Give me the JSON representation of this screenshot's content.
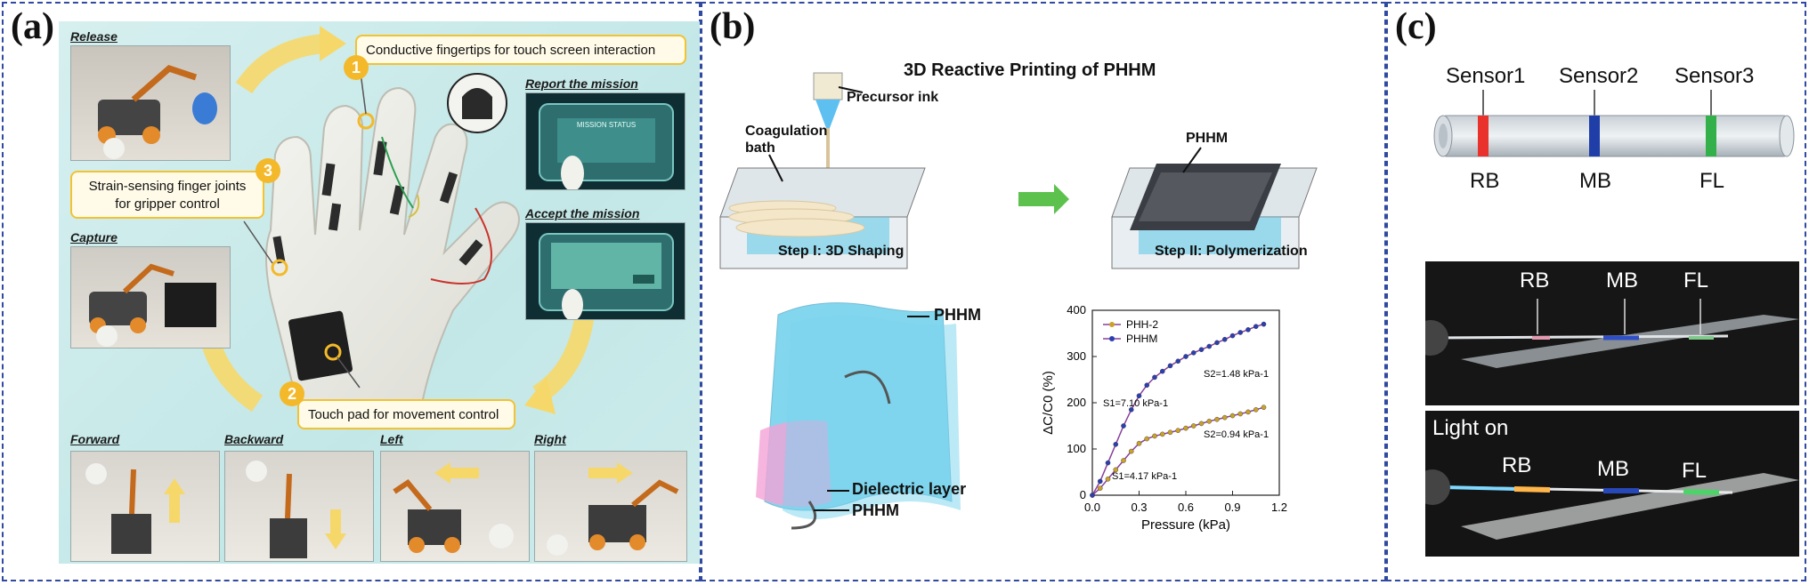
{
  "panel_a": {
    "letter": "(a)",
    "labels": {
      "release": "Release",
      "capture": "Capture",
      "report": "Report the mission",
      "accept": "Accept the mission",
      "forward": "Forward",
      "backward": "Backward",
      "left": "Left",
      "right": "Right"
    },
    "callouts": [
      {
        "num": "1",
        "text": "Conductive fingertips for touch screen interaction"
      },
      {
        "num": "2",
        "text": "Touch pad for movement control"
      },
      {
        "num": "3",
        "text": "Strain-sensing finger joints\nfor gripper control"
      }
    ],
    "screen_text": "MISSION STATUS"
  },
  "panel_b": {
    "letter": "(b)",
    "title": "3D Reactive Printing of PHHM",
    "precursor": "Precursor ink",
    "coagulation": "Coagulation\nbath",
    "phhm_top": "PHHM",
    "step1": "Step I: 3D Shaping",
    "step2": "Step II: Polymerization",
    "layer_labels": {
      "top": "PHHM",
      "dielectric": "Dielectric layer",
      "bottom": "PHHM"
    },
    "colors": {
      "hydrogel": "#59c9e8",
      "dielectric": "#f3a3d6",
      "arrow": "#5cc24d"
    }
  },
  "panel_c": {
    "letter": "(c)",
    "sensors": [
      "Sensor1",
      "Sensor2",
      "Sensor3"
    ],
    "dyes": [
      "RB",
      "MB",
      "FL"
    ],
    "dye_colors": [
      "#e8322b",
      "#1f3ea8",
      "#34b04a"
    ],
    "light_on": "Light on"
  },
  "chart_data": {
    "type": "line",
    "xlabel": "Pressure (kPa)",
    "ylabel": "ΔC/C0 (%)",
    "xlim": [
      0.0,
      1.2
    ],
    "ylim": [
      0,
      400
    ],
    "xticks": [
      "0.0",
      "0.3",
      "0.6",
      "0.9",
      "1.2"
    ],
    "yticks": [
      "0",
      "100",
      "200",
      "300",
      "400"
    ],
    "legend_position": "top-left",
    "series": [
      {
        "name": "PHH-2",
        "color": "#c9a227",
        "x": [
          0,
          0.05,
          0.1,
          0.15,
          0.2,
          0.25,
          0.3,
          0.35,
          0.4,
          0.45,
          0.5,
          0.55,
          0.6,
          0.65,
          0.7,
          0.75,
          0.8,
          0.85,
          0.9,
          0.95,
          1.0,
          1.05,
          1.1
        ],
        "values": [
          0,
          15,
          35,
          55,
          75,
          95,
          112,
          122,
          128,
          132,
          136,
          140,
          145,
          150,
          155,
          160,
          164,
          168,
          172,
          176,
          180,
          185,
          190
        ]
      },
      {
        "name": "PHHM",
        "color": "#2b3fb0",
        "x": [
          0,
          0.05,
          0.1,
          0.15,
          0.2,
          0.25,
          0.3,
          0.35,
          0.4,
          0.45,
          0.5,
          0.55,
          0.6,
          0.65,
          0.7,
          0.75,
          0.8,
          0.85,
          0.9,
          0.95,
          1.0,
          1.05,
          1.1
        ],
        "values": [
          0,
          30,
          70,
          110,
          150,
          185,
          215,
          238,
          255,
          268,
          280,
          290,
          300,
          308,
          315,
          322,
          330,
          337,
          345,
          352,
          358,
          365,
          370
        ]
      }
    ],
    "annotations": [
      {
        "text": "S1=7.10 kPa-1"
      },
      {
        "text": "S2=1.48 kPa-1"
      },
      {
        "text": "S2=0.94 kPa-1"
      },
      {
        "text": "S1=4.17 kPa-1"
      }
    ]
  }
}
